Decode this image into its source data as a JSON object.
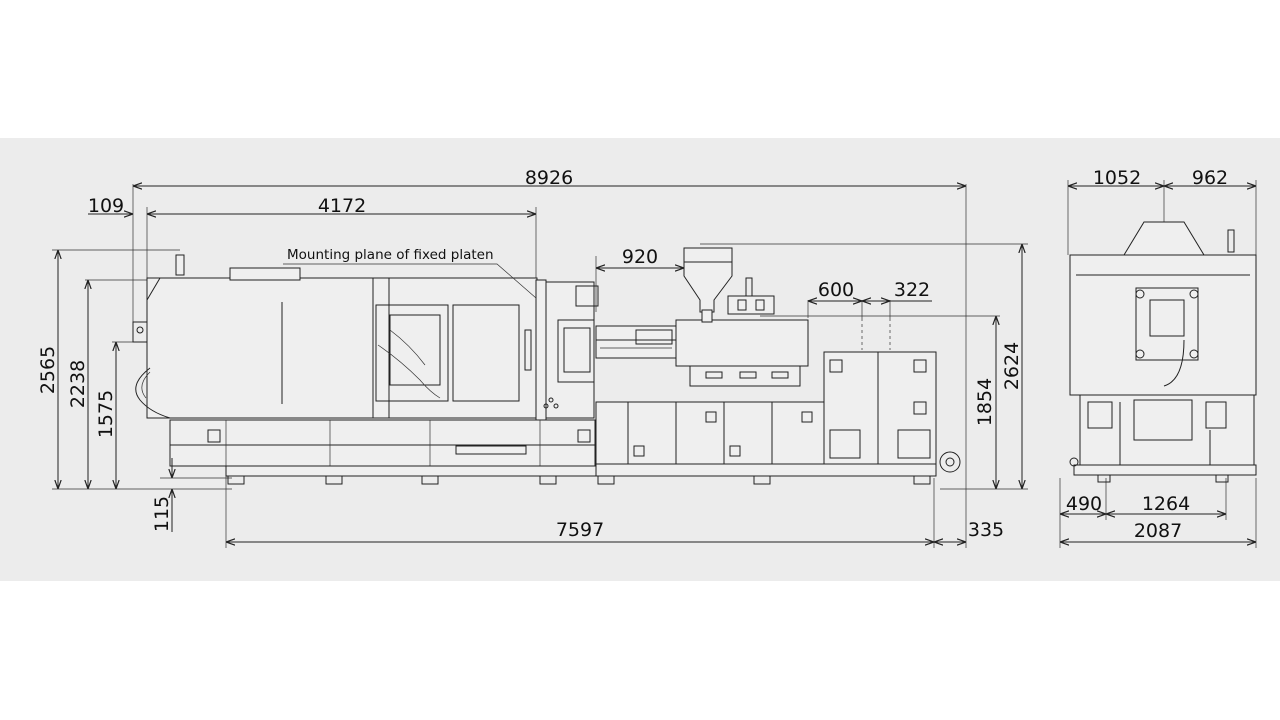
{
  "annotation": "Mounting plane of fixed platen",
  "dimensions": {
    "overall_length": "8926",
    "platen_offset": "109",
    "clamp_length": "4172",
    "hopper_offset": "920",
    "control_offset_a": "600",
    "control_offset_b": "322",
    "total_height": "2565",
    "cover_height": "2238",
    "tiebar_height": "1575",
    "foot_height": "115",
    "base_length": "7597",
    "end_offset": "335",
    "barrel_height": "1854",
    "hopper_height": "2624",
    "side_left_width": "1052",
    "side_right_width": "962",
    "side_foot_left": "490",
    "side_foot_span": "1264",
    "side_total_width": "2087"
  }
}
